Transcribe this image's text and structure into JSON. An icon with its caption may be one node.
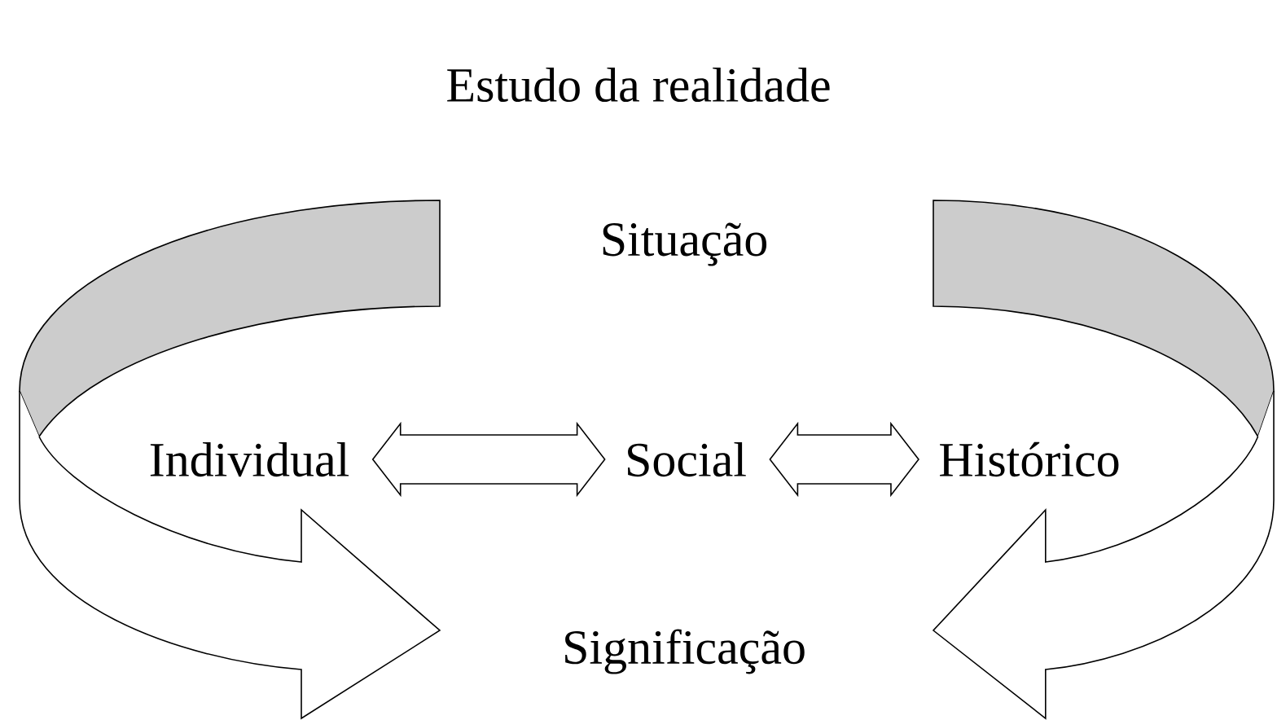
{
  "diagram": {
    "title": "Estudo da realidade",
    "nodes": [
      {
        "text": [
          "Situação"
        ]
      },
      {
        "text": [
          "Individual"
        ]
      },
      {
        "text": [
          "Social"
        ]
      },
      {
        "text": [
          "Histórico"
        ]
      },
      {
        "text": [
          "Significação"
        ]
      }
    ],
    "edges": [
      {
        "from": 1,
        "to": 2,
        "arrow": "both"
      },
      {
        "from": 2,
        "to": 3,
        "arrow": "both"
      }
    ]
  }
}
